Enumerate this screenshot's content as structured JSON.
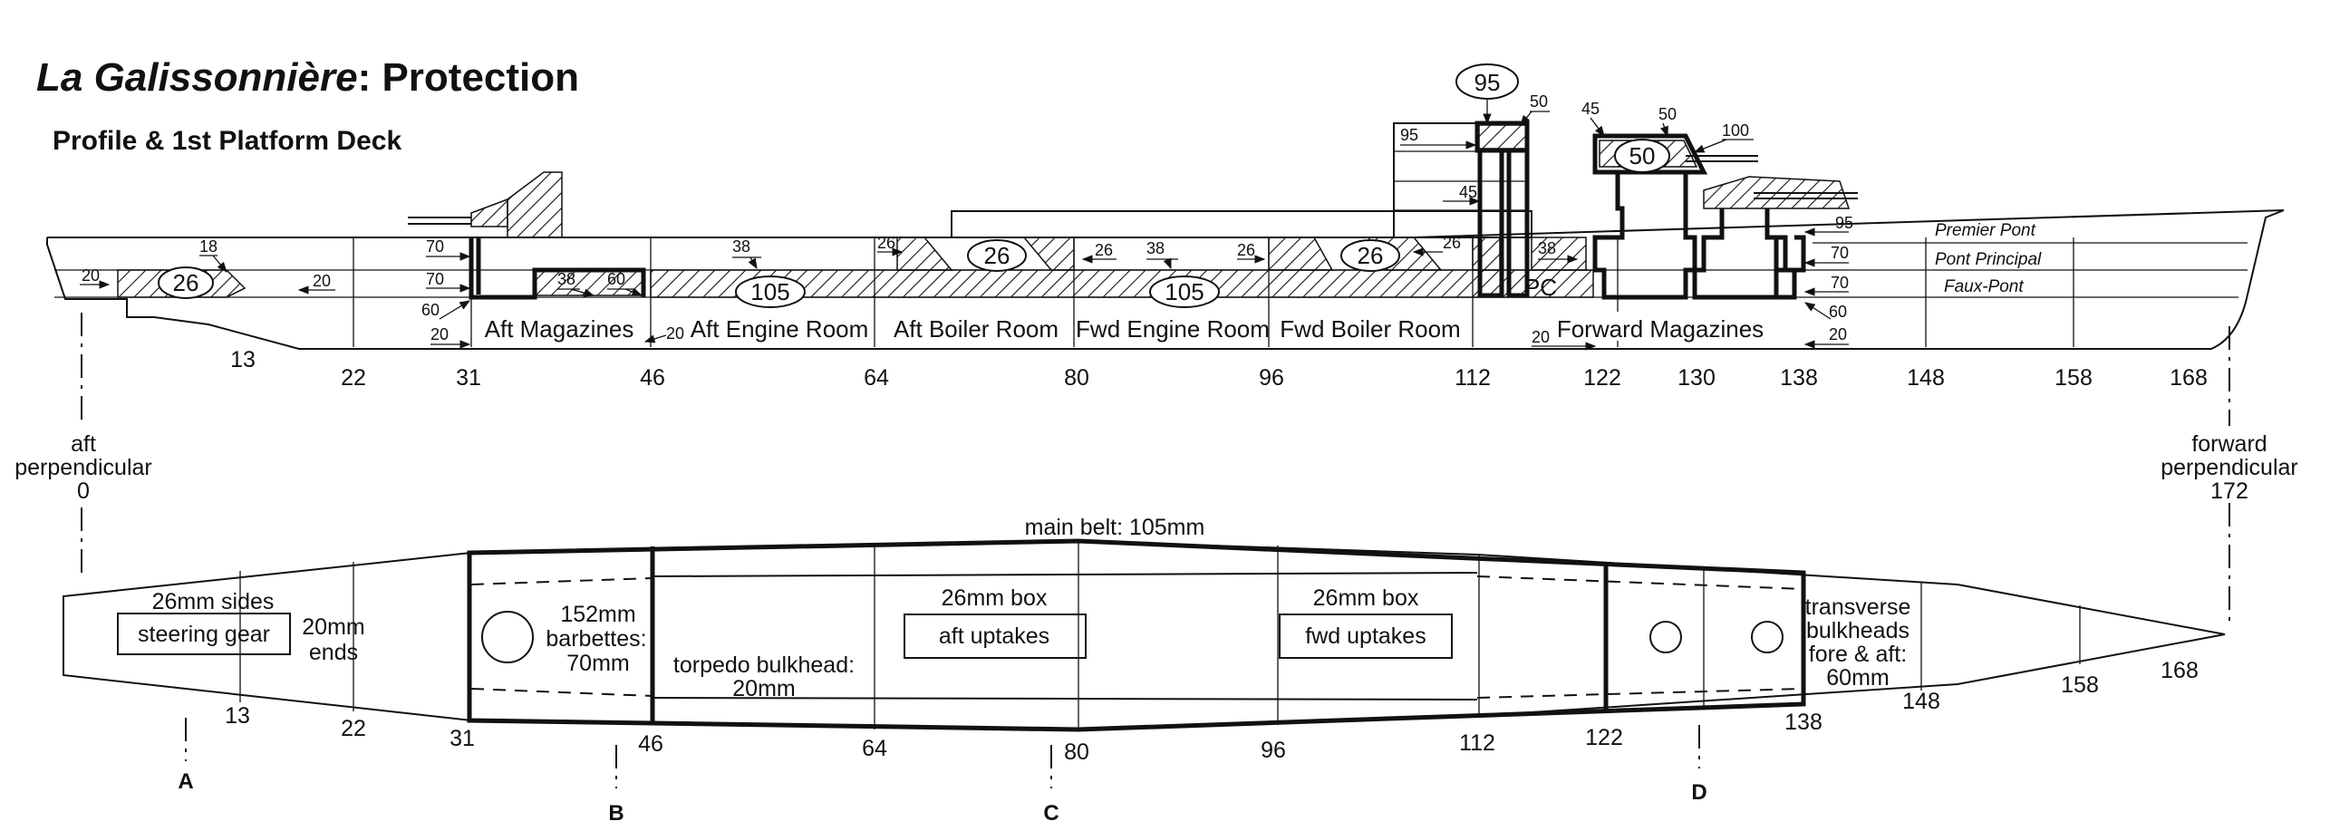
{
  "title": {
    "name": "La Galissonnière",
    "suffix": ": Protection"
  },
  "subtitle": "Profile & 1st Platform Deck",
  "deck_labels": [
    "Premier Pont",
    "Pont Principal",
    "Faux-Pont"
  ],
  "compartments": [
    "Aft Magazines",
    "Aft Engine Room",
    "Aft Boiler Room",
    "Fwd Engine Room",
    "Fwd Boiler Room",
    "Forward Magazines"
  ],
  "pc_label": "PC",
  "profile_frames": [
    "13",
    "22",
    "31",
    "46",
    "64",
    "80",
    "96",
    "112",
    "122",
    "130",
    "138",
    "148",
    "158",
    "168"
  ],
  "plan_frames": [
    "13",
    "22",
    "31",
    "46",
    "64",
    "80",
    "96",
    "112",
    "122",
    "138",
    "148",
    "158",
    "168"
  ],
  "perpendiculars": {
    "aft": {
      "line1": "aft",
      "line2": "perpendicular",
      "value": "0"
    },
    "forward": {
      "line1": "forward",
      "line2": "perpendicular",
      "value": "172"
    }
  },
  "ovals": [
    "26",
    "105",
    "26",
    "105",
    "26",
    "95",
    "50"
  ],
  "thickness_labels": {
    "aft_end": [
      "18",
      "20",
      "20"
    ],
    "aft_turret": [
      "70",
      "70",
      "60",
      "20",
      "38",
      "60",
      "20"
    ],
    "deck_mid": [
      "38",
      "26",
      "26",
      "38",
      "26",
      "26",
      "38",
      "20"
    ],
    "tower": [
      "95",
      "50",
      "45",
      "45",
      "50",
      "100"
    ],
    "fwd_turret": [
      "95",
      "70",
      "70",
      "60",
      "20"
    ]
  },
  "plan_labels": {
    "main_belt": "main belt: 105mm",
    "steering_sides": "26mm sides",
    "steering_gear": "steering gear",
    "ends": [
      "20mm",
      "ends"
    ],
    "barbettes": [
      "152mm",
      "barbettes:",
      "70mm"
    ],
    "torpedo": [
      "torpedo bulkhead:",
      "20mm"
    ],
    "aft_box": "26mm box",
    "aft_uptakes": "aft uptakes",
    "fwd_box": "26mm box",
    "fwd_uptakes": "fwd uptakes",
    "transverse": [
      "transverse",
      "bulkheads",
      "fore & aft:",
      "60mm"
    ]
  },
  "sections": [
    "A",
    "B",
    "C",
    "D"
  ]
}
